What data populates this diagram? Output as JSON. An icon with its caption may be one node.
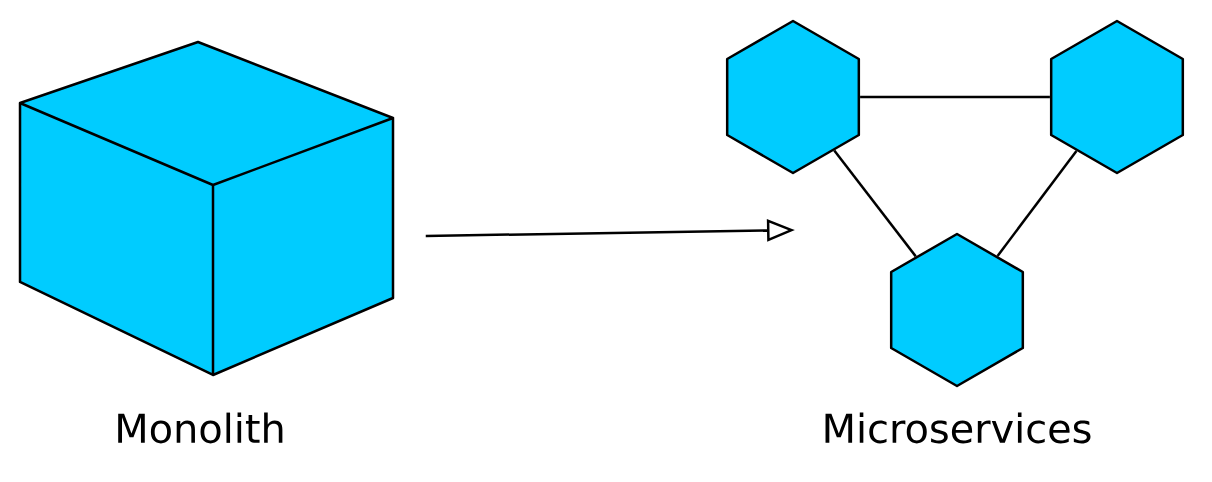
{
  "diagram": {
    "nodes": [
      {
        "text": [
          "Monolith"
        ]
      },
      {
        "text": [],
        "shape": "hexagon"
      },
      {
        "text": [],
        "shape": "hexagon"
      },
      {
        "text": [],
        "shape": "hexagon"
      }
    ],
    "edges": [
      {
        "from": 0,
        "to": null,
        "arrow": "to"
      },
      {
        "from": 1,
        "to": 2,
        "arrow": "none"
      },
      {
        "from": 1,
        "to": 3,
        "arrow": "none"
      },
      {
        "from": 2,
        "to": 3,
        "arrow": "none"
      }
    ],
    "labels": [
      "Microservices"
    ]
  }
}
